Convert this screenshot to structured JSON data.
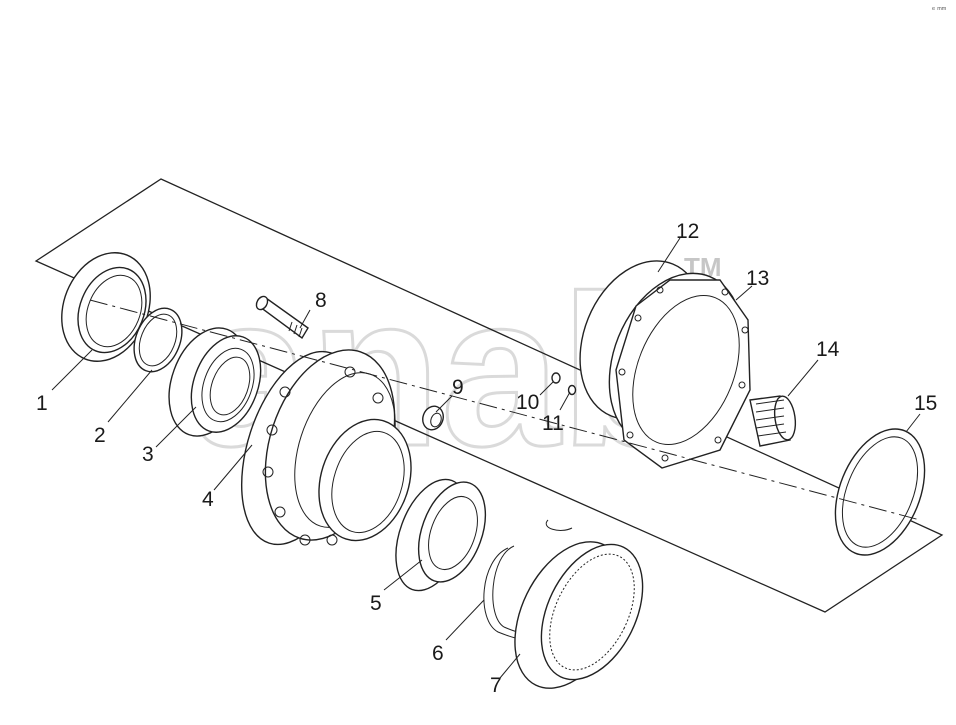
{
  "watermark": {
    "text": "anab",
    "trademark": "TM"
  },
  "corner_mark": "ᵉ ᵐᵐ",
  "callouts": [
    {
      "id": "1",
      "label": "1"
    },
    {
      "id": "2",
      "label": "2"
    },
    {
      "id": "3",
      "label": "3"
    },
    {
      "id": "4",
      "label": "4"
    },
    {
      "id": "5",
      "label": "5"
    },
    {
      "id": "6",
      "label": "6"
    },
    {
      "id": "7",
      "label": "7"
    },
    {
      "id": "8",
      "label": "8"
    },
    {
      "id": "9",
      "label": "9"
    },
    {
      "id": "10",
      "label": "10"
    },
    {
      "id": "11",
      "label": "11"
    },
    {
      "id": "12",
      "label": "12"
    },
    {
      "id": "13",
      "label": "13"
    },
    {
      "id": "14",
      "label": "14"
    },
    {
      "id": "15",
      "label": "15"
    }
  ],
  "colors": {
    "line": "#222222",
    "watermark": "#bdbdbd",
    "background": "#ffffff"
  }
}
